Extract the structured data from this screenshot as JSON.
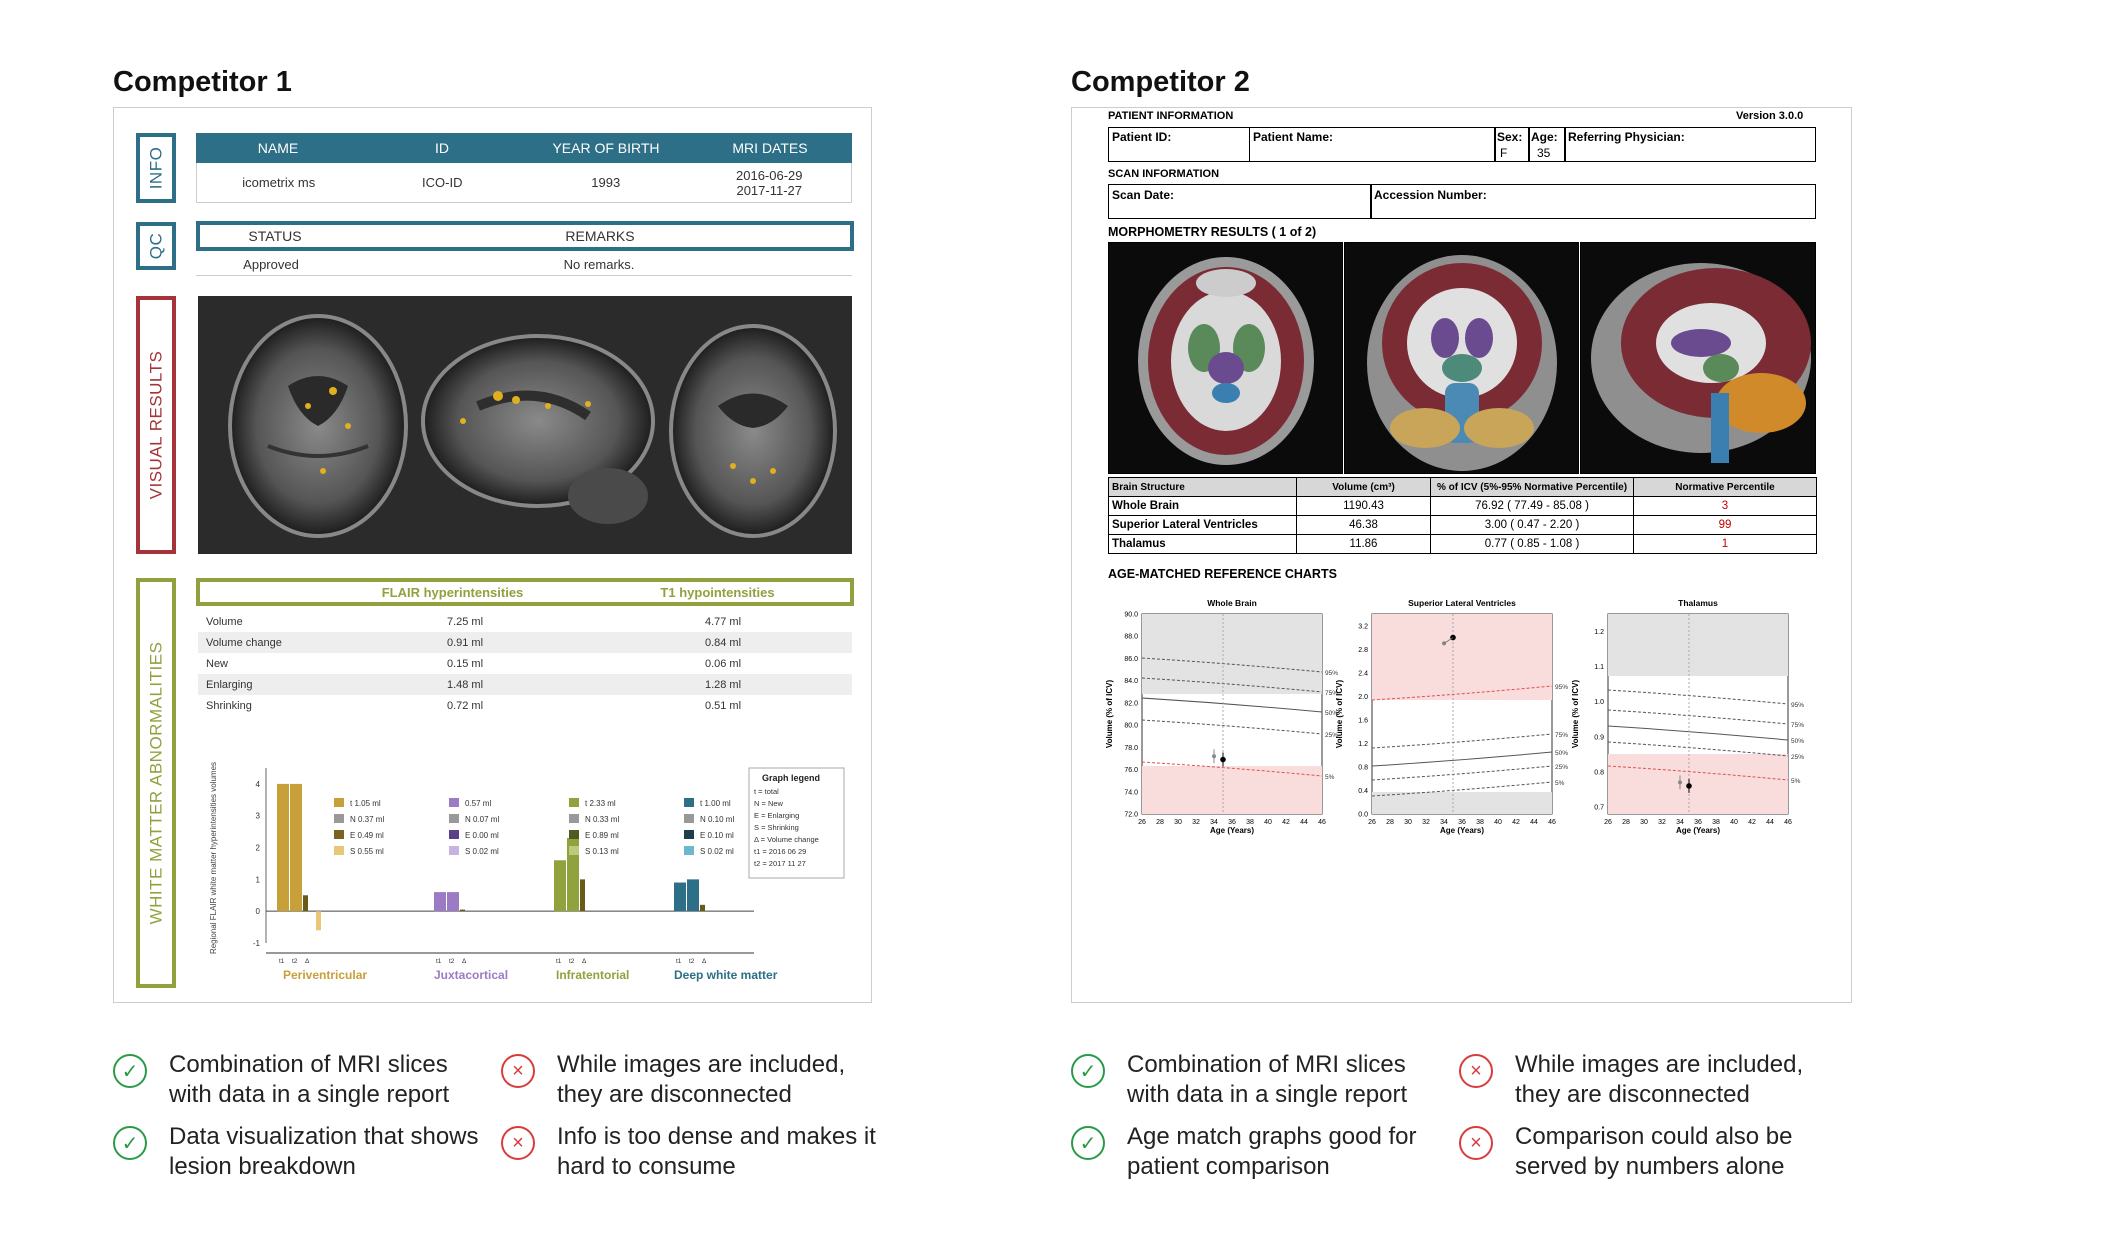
{
  "competitor1": {
    "title": "Competitor 1",
    "side_labels": {
      "info": "INFO",
      "qc": "QC",
      "visual": "VISUAL RESULTS",
      "wma": "WHITE MATTER ABNORMALITIES"
    },
    "info_headers": [
      "NAME",
      "ID",
      "YEAR OF BIRTH",
      "MRI DATES"
    ],
    "info_values": [
      "icometrix ms",
      "ICO-ID",
      "1993",
      "2016-06-29",
      "2017-11-27"
    ],
    "qc_headers": [
      "STATUS",
      "REMARKS"
    ],
    "qc_values": [
      "Approved",
      "No remarks."
    ],
    "wma_headers": [
      "FLAIR hyperintensities",
      "T1 hypointensities"
    ],
    "wma_rows": [
      [
        "Volume",
        "7.25 ml",
        "4.77 ml"
      ],
      [
        "Volume change",
        "0.91 ml",
        "0.84 ml"
      ],
      [
        "New",
        "0.15 ml",
        "0.06 ml"
      ],
      [
        "Enlarging",
        "1.48 ml",
        "1.28 ml"
      ],
      [
        "Shrinking",
        "0.72 ml",
        "0.51 ml"
      ]
    ],
    "chart_data": {
      "type": "bar",
      "ylabel": "Regional FLAIR white matter hyperintensities volumes",
      "categories": [
        "Periventricular",
        "Juxtacortical",
        "Infratentorial",
        "Deep white matter"
      ],
      "category_colors": [
        "#c7a03a",
        "#9b7cc4",
        "#8fa23e",
        "#2d6f86"
      ],
      "bar_groups": [
        [
          4,
          4,
          0.5,
          -0.6
        ],
        [
          0.6,
          0.6,
          0.05
        ],
        [
          1.6,
          2.3,
          1.0
        ],
        [
          0.9,
          1.0,
          0.2
        ]
      ],
      "ylim": [
        -1,
        4.5
      ],
      "yticks": [
        "4",
        "3",
        "2",
        "1",
        "0",
        "-1"
      ],
      "group_values": [
        [
          "t 1.05 ml",
          "N 0.37 ml",
          "E 0.49 ml",
          "S 0.55 ml"
        ],
        [
          "0.57 ml",
          "N 0.07 ml",
          "E 0.00 ml",
          "S 0.02 ml"
        ],
        [
          "t 2.33 ml",
          "N 0.33 ml",
          "E 0.89 ml",
          "S 0.13 ml"
        ],
        [
          "t 1.00 ml",
          "N 0.10 ml",
          "E 0.10 ml",
          "S 0.02 ml"
        ]
      ],
      "legend_title": "Graph legend",
      "legend_items": [
        "t = total",
        "N = New",
        "E = Enlarging",
        "S = Shrinking",
        "Δ = Volume change",
        "t1 = 2016 06 29",
        "t2 = 2017 11 27"
      ],
      "xticks": [
        "t1",
        "t2",
        "Δ"
      ]
    }
  },
  "competitor2": {
    "title": "Competitor 2",
    "patient_info_label": "PATIENT INFORMATION",
    "version": "Version 3.0.0",
    "fields": {
      "patient_id": "Patient ID:",
      "patient_name": "Patient Name:",
      "sex": "Sex:",
      "sex_val": "F",
      "age": "Age:",
      "age_val": "35",
      "physician": "Referring Physician:"
    },
    "scan_info_label": "SCAN INFORMATION",
    "scan_fields": {
      "scan_date": "Scan Date:",
      "accession": "Accession Number:"
    },
    "morph_label": "MORPHOMETRY RESULTS ( 1 of 2)",
    "table_headers": [
      "Brain Structure",
      "Volume (cm³)",
      "% of ICV (5%-95% Normative Percentile)",
      "Normative Percentile"
    ],
    "table_rows": [
      [
        "Whole Brain",
        "1190.43",
        "76.92 ( 77.49 - 85.08 )",
        "3"
      ],
      [
        "Superior Lateral Ventricles",
        "46.38",
        "3.00 ( 0.47 - 2.20 )",
        "99"
      ],
      [
        "Thalamus",
        "11.86",
        "0.77 ( 0.85 - 1.08 )",
        "1"
      ]
    ],
    "ref_label": "AGE-MATCHED REFERENCE CHARTS",
    "chart_data": [
      {
        "type": "line",
        "title": "Whole Brain",
        "xlabel": "Age (Years)",
        "ylabel": "Volume (% of ICV)",
        "ylim": [
          72,
          90
        ],
        "yticks": [
          "90.0",
          "88.0",
          "86.0",
          "84.0",
          "82.0",
          "80.0",
          "78.0",
          "76.0",
          "74.0",
          "72.0"
        ],
        "xticks": [
          "26",
          "28",
          "30",
          "32",
          "34",
          "36",
          "38",
          "40",
          "42",
          "44",
          "46"
        ],
        "percentiles": [
          "95%",
          "75%",
          "50%",
          "25%",
          "5%"
        ],
        "points": [
          [
            34,
            77.2
          ],
          [
            35,
            76.9
          ]
        ]
      },
      {
        "type": "line",
        "title": "Superior Lateral Ventricles",
        "xlabel": "Age (Years)",
        "ylabel": "Volume (% of ICV)",
        "ylim": [
          0,
          3.4
        ],
        "yticks": [
          "3.2",
          "2.8",
          "2.4",
          "2.0",
          "1.6",
          "1.2",
          "0.8",
          "0.4",
          "0.0"
        ],
        "xticks": [
          "26",
          "28",
          "30",
          "32",
          "34",
          "36",
          "38",
          "40",
          "42",
          "44",
          "46"
        ],
        "percentiles": [
          "95%",
          "75%",
          "50%",
          "25%",
          "5%"
        ],
        "points": [
          [
            34,
            2.9
          ],
          [
            35,
            3.0
          ]
        ]
      },
      {
        "type": "line",
        "title": "Thalamus",
        "xlabel": "Age (Years)",
        "ylabel": "Volume (% of ICV)",
        "ylim": [
          0.68,
          1.25
        ],
        "yticks": [
          "1.2",
          "1.1",
          "1.0",
          "0.9",
          "0.8",
          "0.7"
        ],
        "xticks": [
          "26",
          "28",
          "30",
          "32",
          "34",
          "36",
          "38",
          "40",
          "42",
          "44",
          "46"
        ],
        "percentiles": [
          "95%",
          "75%",
          "50%",
          "25%",
          "5%"
        ],
        "points": [
          [
            34,
            0.77
          ],
          [
            35,
            0.76
          ]
        ]
      }
    ]
  },
  "findings": [
    {
      "pro1": "Combination of MRI slices with data in a single report",
      "con1": "While images are included, they are disconnected",
      "pro2": "Data visualization that shows lesion breakdown",
      "con2": "Info is too dense and makes it hard to consume"
    },
    {
      "pro1": "Combination of MRI slices with data in a single report",
      "con1": "While images are included, they are disconnected",
      "pro2": "Age match graphs good for patient comparison",
      "con2": "Comparison could also be served by numbers alone"
    }
  ],
  "icons": {
    "check": "✓",
    "cross": "×"
  }
}
